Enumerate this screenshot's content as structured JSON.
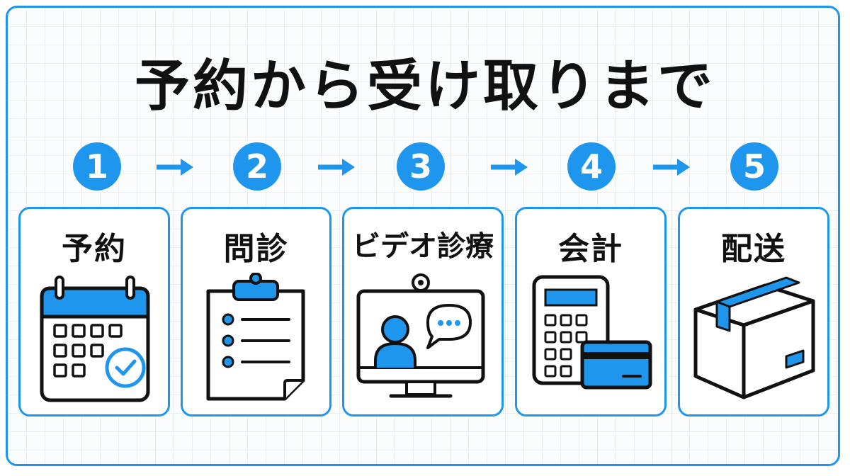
{
  "title": "予約から受け取りまで",
  "colors": {
    "accent": "#1e96ee",
    "text": "#111111",
    "border": "#1e96ee"
  },
  "steps": [
    {
      "number": "1",
      "label": "予約",
      "icon": "calendar-check-icon"
    },
    {
      "number": "2",
      "label": "問診",
      "icon": "clipboard-checklist-icon"
    },
    {
      "number": "3",
      "label": "ビデオ診療",
      "icon": "video-consultation-monitor-icon"
    },
    {
      "number": "4",
      "label": "会計",
      "icon": "calculator-credit-card-icon"
    },
    {
      "number": "5",
      "label": "配送",
      "icon": "delivery-box-icon"
    }
  ],
  "connector_icon": "arrow-right-icon"
}
